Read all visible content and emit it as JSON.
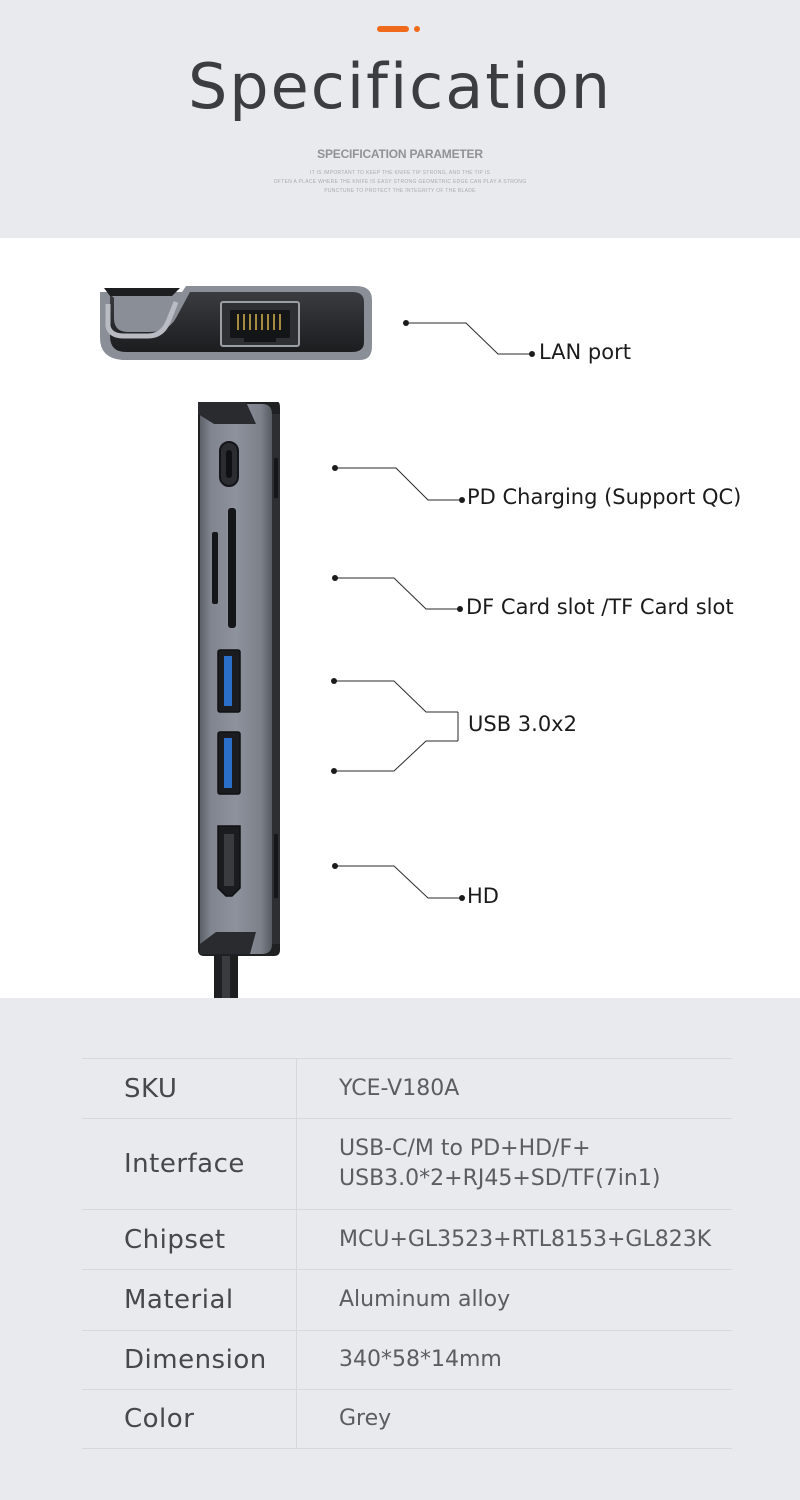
{
  "theme": {
    "accent": "#f06a1b",
    "header_bg": "#e8eaed"
  },
  "header": {
    "title": "Specification",
    "subtitle": "SPECIFICATION PARAMETER",
    "fine_print": [
      "IT IS IMPORTANT TO KEEP THE KNIFE TIP STRONG, AND THE TIP IS",
      "OFTEN A PLACE WHERE THE KNIFE IS EASY STRONG GEOMETRIC EDGE CAN PLAY A STRONG",
      "PUNCTURE TO PROTECT THE INTEGRITY OF THE BLADE"
    ]
  },
  "callouts": {
    "lan": "LAN port",
    "pd": "PD Charging (Support QC)",
    "card": "DF Card slot /TF Card slot",
    "usb": "USB 3.0x2",
    "hd": "HD"
  },
  "specs": [
    {
      "key": "SKU",
      "value": "YCE-V180A"
    },
    {
      "key": "Interface",
      "value": "USB-C/M to PD+HD/F+\nUSB3.0*2+RJ45+SD/TF(7in1)"
    },
    {
      "key": "Chipset",
      "value": "MCU+GL3523+RTL8153+GL823K"
    },
    {
      "key": "Material",
      "value": "Aluminum alloy"
    },
    {
      "key": "Dimension",
      "value": "340*58*14mm"
    },
    {
      "key": "Color",
      "value": "Grey"
    }
  ]
}
